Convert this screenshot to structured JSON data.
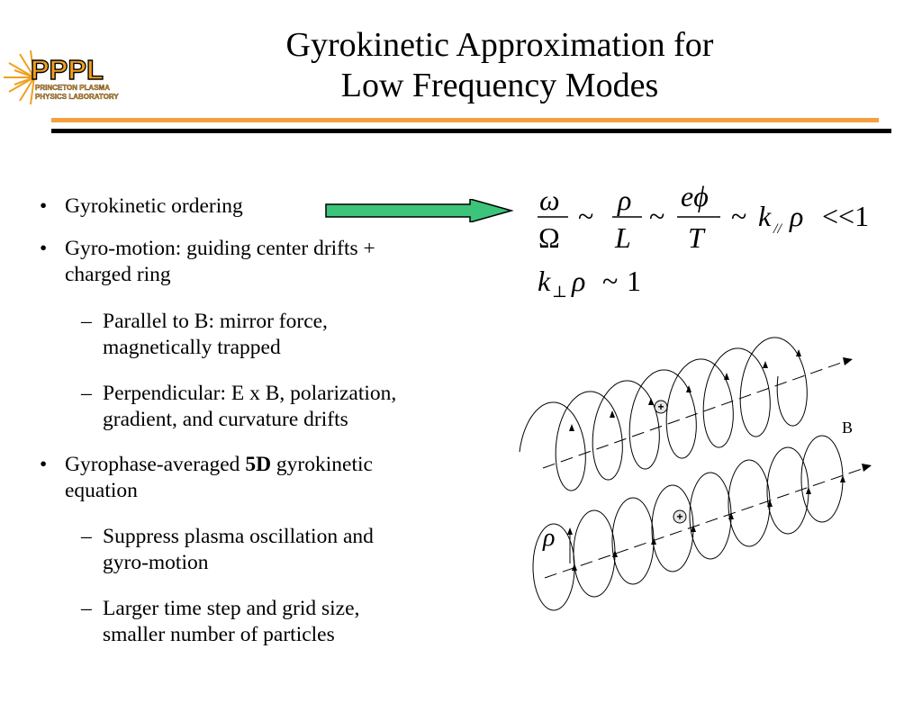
{
  "slide": {
    "title_line1": "Gyrokinetic Approximation for",
    "title_line2": "Low Frequency Modes",
    "logo": {
      "name": "PPPL",
      "sub1": "PRINCETON PLASMA",
      "sub2": "PHYSICS LABORATORY"
    },
    "colors": {
      "accent_rule": "#f4a040",
      "arrow_fill": "#3cc47a",
      "logo_text": "#f0a020"
    }
  },
  "bullets": {
    "b1": "Gyrokinetic ordering",
    "b2_line1": "Gyro-motion: guiding center drifts +",
    "b2_line2": "charged ring",
    "s1_line1": "Parallel to B: mirror force,",
    "s1_line2": "magnetically trapped",
    "s2_line1": "Perpendicular: E x B, polarization,",
    "s2_line2": "gradient, and curvature drifts",
    "b3_pre": "Gyrophase-averaged ",
    "b3_bold": "5D",
    "b3_post": " gyrokinetic",
    "b3_line2": "equation",
    "s3_line1": "Suppress plasma oscillation and",
    "s3_line2": "gyro-motion",
    "s4_line1": "Larger time step and grid size,",
    "s4_line2": "smaller number of particles"
  },
  "equations": {
    "omega": "ω",
    "Omega": "Ω",
    "rho": "ρ",
    "L": "L",
    "ephi": "eϕ",
    "T": "T",
    "tilde": "~",
    "k": "k",
    "par": "//",
    "ll1": "<<1",
    "perp": "⊥",
    "one": "1"
  },
  "diagram": {
    "b_label": "B",
    "rho_label": "ρ",
    "plus": "+"
  }
}
